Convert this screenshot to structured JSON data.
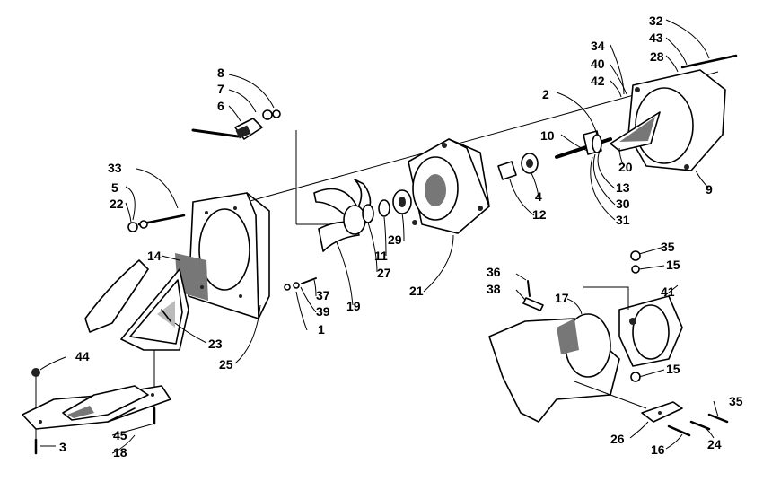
{
  "callouts": [
    "1",
    "2",
    "3",
    "4",
    "5",
    "6",
    "7",
    "8",
    "9",
    "10",
    "11",
    "12",
    "13",
    "14",
    "15",
    "15",
    "16",
    "17",
    "18",
    "19",
    "20",
    "21",
    "22",
    "23",
    "24",
    "25",
    "26",
    "27",
    "28",
    "29",
    "30",
    "31",
    "32",
    "33",
    "34",
    "35",
    "35",
    "36",
    "37",
    "38",
    "39",
    "40",
    "41",
    "42",
    "43",
    "44",
    "45"
  ],
  "parts": {
    "impeller": "impeller-icon",
    "pump_housing": "pump-housing-icon",
    "stator_housing": "stator-housing-icon",
    "intake_grate": "intake-grate-icon",
    "steering_nozzle": "steering-nozzle-icon",
    "drive_shaft": "drive-shaft-icon",
    "ride_plate": "ride-plate-icon",
    "adapter_plate": "adapter-plate-icon",
    "nozzle_ring": "nozzle-ring-icon",
    "bolt": "bolt-icon"
  }
}
